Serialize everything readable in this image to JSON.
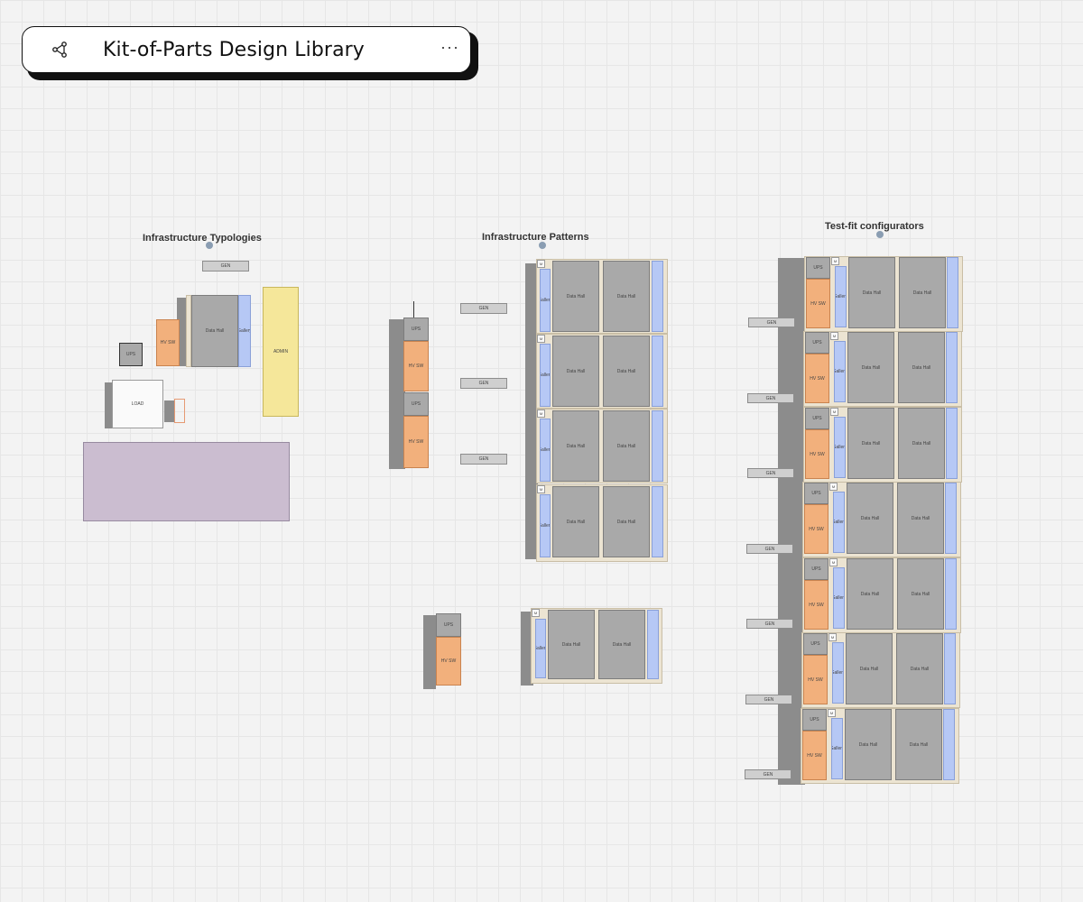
{
  "header": {
    "title": "Kit-of-Parts Design Library",
    "more_label": "···",
    "icon": "graph-nodes-icon"
  },
  "sections": {
    "typologies": "Infrastructure Typologies",
    "patterns": "Infrastructure Patterns",
    "configurators": "Test-fit configurators"
  },
  "labels": {
    "gen": "GEN",
    "ups": "UPS",
    "hvsw": "HV SW",
    "load": "LOAD",
    "admin": "ADMIN",
    "data_hall": "Data Hall",
    "gallery": "Gallery",
    "m": "M"
  },
  "colors": {
    "canvas": "#f3f3f3",
    "hv_switch": "#f2b07c",
    "gallery": "#b6c8f5",
    "admin": "#f5e79a",
    "site": "#cbbdd0",
    "data_hall": "#a9a9a9"
  }
}
